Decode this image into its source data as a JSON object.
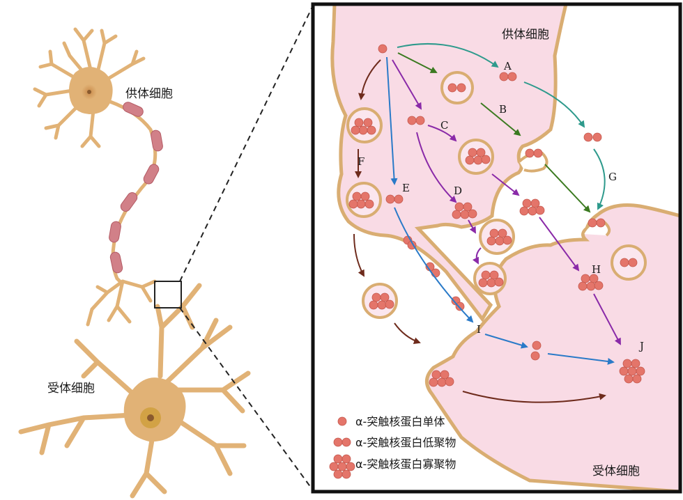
{
  "labels": {
    "donor_left": "供体细胞",
    "recipient_left": "受体细胞",
    "donor_right": "供体细胞",
    "recipient_right": "受体细胞"
  },
  "pathways": {
    "A": "A",
    "B": "B",
    "C": "C",
    "D": "D",
    "E": "E",
    "F": "F",
    "G": "G",
    "H": "H",
    "I": "I",
    "J": "J"
  },
  "legend": {
    "monomer": "α-突触核蛋白单体",
    "oligomer": "α-突触核蛋白低聚物",
    "aggregate": "α-突触核蛋白寡聚物"
  },
  "colors": {
    "cell_fill": "#f9dbe5",
    "cell_border": "#d9ad72",
    "neuron": "#e1b276",
    "protein": "#e4756a",
    "arrow_teal": "#2e9a8c",
    "arrow_green": "#3b7a20",
    "arrow_purple": "#8a2aa8",
    "arrow_blue": "#2a7ac8",
    "arrow_brown": "#6e2b1c"
  }
}
